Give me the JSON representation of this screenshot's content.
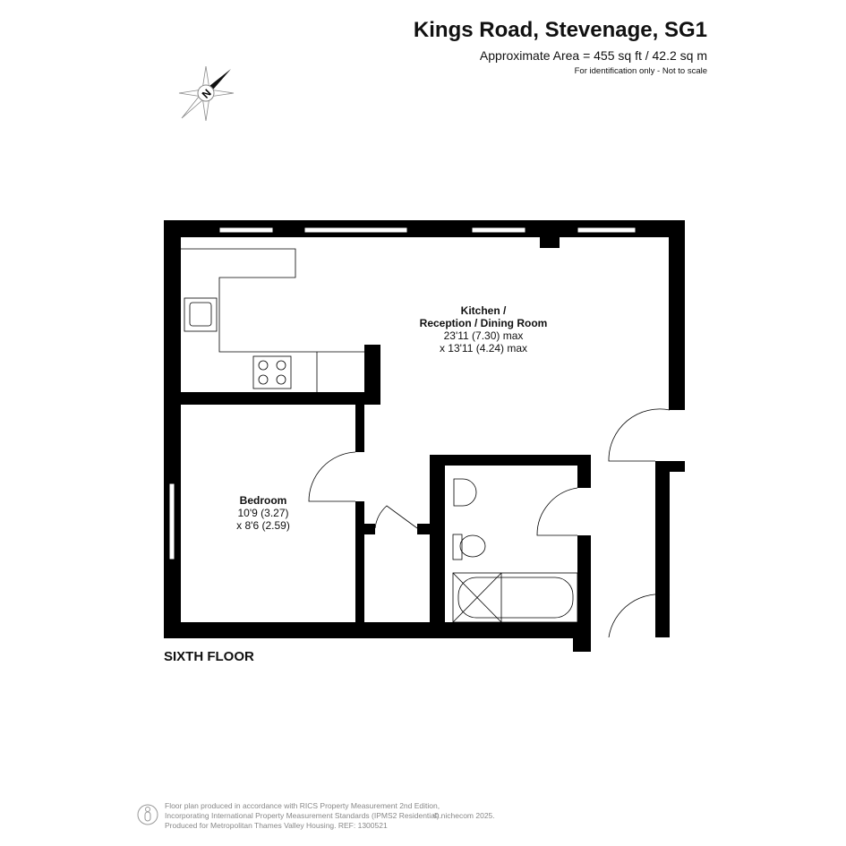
{
  "header": {
    "title": "Kings Road, Stevenage, SG1",
    "area": "Approximate Area = 455 sq ft / 42.2 sq m",
    "note": "For identification only - Not to scale"
  },
  "compass": {
    "label": "N"
  },
  "rooms": [
    {
      "name": "Kitchen /",
      "name2": "Reception / Dining Room",
      "dim1": "23'11 (7.30) max",
      "dim2": "x 13'11 (4.24) max"
    },
    {
      "name": "Bedroom",
      "dim1": "10'9 (3.27)",
      "dim2": "x 8'6 (2.59)"
    }
  ],
  "floor_label": "SIXTH FLOOR",
  "footer": {
    "line1": "Floor plan produced in accordance with RICS Property Measurement 2nd Edition,",
    "line2": "Incorporating International Property Measurement Standards (IPMS2 Residential).",
    "line3": "Produced for Metropolitan Thames Valley Housing.   REF: 1300521",
    "copyright": "© nichecom 2025."
  }
}
